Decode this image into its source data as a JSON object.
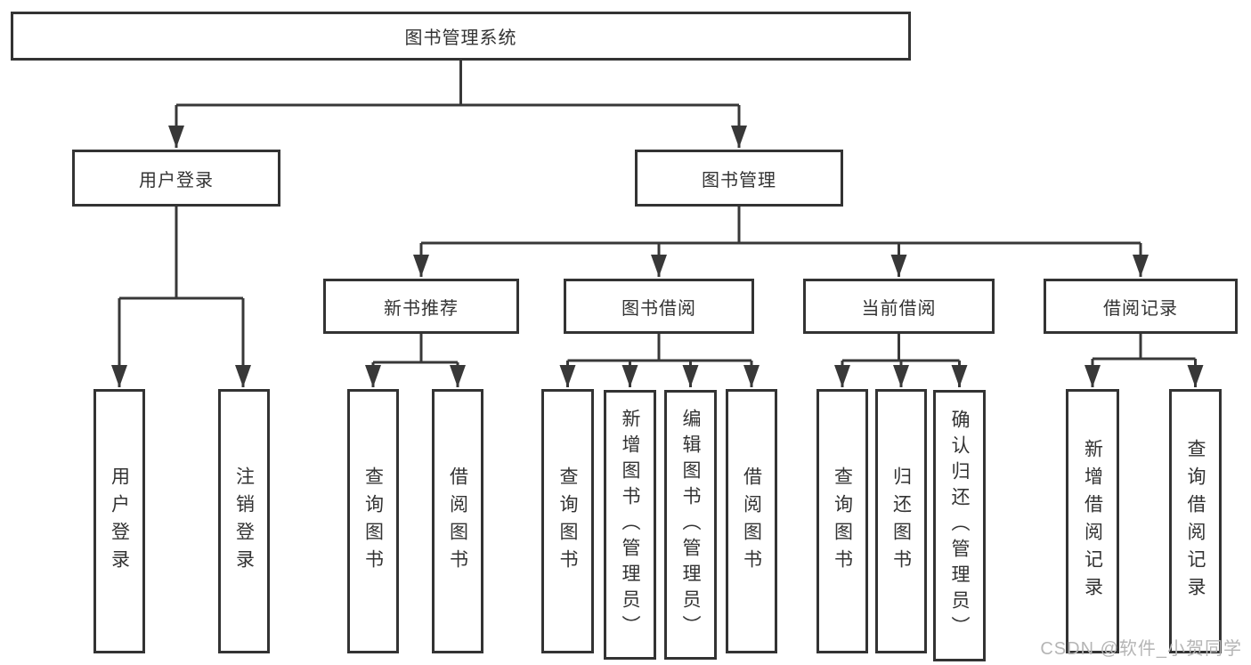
{
  "tree": {
    "label": "图书管理系统",
    "children": [
      {
        "label": "用户登录",
        "children": [
          {
            "label": "用户登录"
          },
          {
            "label": "注销登录"
          }
        ]
      },
      {
        "label": "图书管理",
        "children": [
          {
            "label": "新书推荐",
            "children": [
              {
                "label": "查询图书"
              },
              {
                "label": "借阅图书"
              }
            ]
          },
          {
            "label": "图书借阅",
            "children": [
              {
                "label": "查询图书"
              },
              {
                "label": "新增图书（管理员）"
              },
              {
                "label": "编辑图书（管理员）"
              },
              {
                "label": "借阅图书"
              }
            ]
          },
          {
            "label": "当前借阅",
            "children": [
              {
                "label": "查询图书"
              },
              {
                "label": "归还图书"
              },
              {
                "label": "确认归还（管理员）"
              }
            ]
          },
          {
            "label": "借阅记录",
            "children": [
              {
                "label": "新增借阅记录"
              },
              {
                "label": "查询借阅记录"
              }
            ]
          }
        ]
      }
    ]
  },
  "watermark": {
    "text": "CSDN @软件_小贺同学"
  },
  "colors": {
    "line": "#383838",
    "node_border": "#333333",
    "node_fill": "#ffffff",
    "text": "#333333",
    "watermark": "#b5b5b5",
    "background": "#ffffff"
  }
}
